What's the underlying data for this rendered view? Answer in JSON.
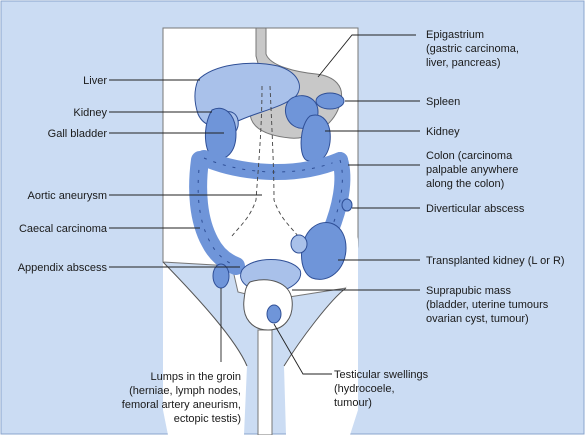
{
  "labels": {
    "liver": "Liver",
    "kidney_left": "Kidney",
    "gall_bladder": "Gall bladder",
    "aortic_aneurysm": "Aortic aneurysm",
    "caecal_carcinoma": "Caecal carcinoma",
    "appendix_abscess": "Appendix abscess",
    "groin_lines": [
      "Lumps in the groin",
      "(herniae, lymph nodes,",
      "femoral artery aneurism,",
      "ectopic testis)"
    ],
    "testicular_lines": [
      "Testicular swellings",
      "(hydrocoele,",
      "tumour)"
    ],
    "epigastrium_lines": [
      "Epigastrium",
      "(gastric carcinoma,",
      "liver, pancreas)"
    ],
    "spleen": "Spleen",
    "kidney_right": "Kidney",
    "colon_lines": [
      "Colon (carcinoma",
      "palpable anywhere",
      "along the colon)"
    ],
    "diverticular_abscess": "Diverticular abscess",
    "transplanted_kidney": "Transplanted kidney (L or R)",
    "suprapubic_lines": [
      "Suprapubic mass",
      "(bladder, uterine tumours",
      "ovarian cyst, tumour)"
    ]
  },
  "colors": {
    "background": "#cbdcf3",
    "torso": "#ffffff",
    "organ_fill": "#6f95d9",
    "organ_light": "#a9c1ea",
    "organ_stroke": "#2f4f96",
    "stomach_grey": "#c8c8c8"
  }
}
